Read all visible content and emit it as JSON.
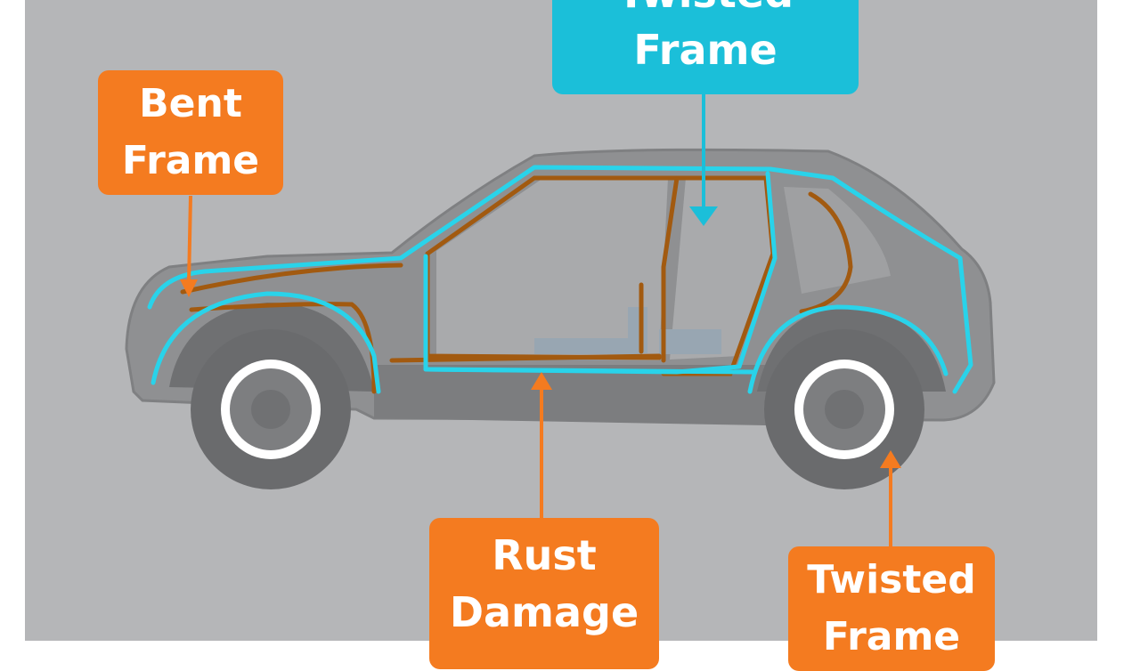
{
  "callouts": {
    "bent_frame": {
      "line1": "Bent",
      "line2": "Frame",
      "color": "#f47b20"
    },
    "twisted_frame_top": {
      "line1": "Twisted",
      "line2": "Frame",
      "color": "#1bbfd9"
    },
    "rust_damage": {
      "line1": "Rust",
      "line2": "Damage",
      "color": "#f47b20"
    },
    "twisted_frame_bottom": {
      "line1": "Twisted",
      "line2": "Frame",
      "color": "#f47b20"
    }
  },
  "colors": {
    "background": "#b5b6b8",
    "car_body": "#8f9092",
    "frame_outline": "#29d3ea",
    "damage_lines": "#a25a10",
    "arrow_orange": "#f47b20",
    "arrow_cyan": "#1bbfd9"
  }
}
